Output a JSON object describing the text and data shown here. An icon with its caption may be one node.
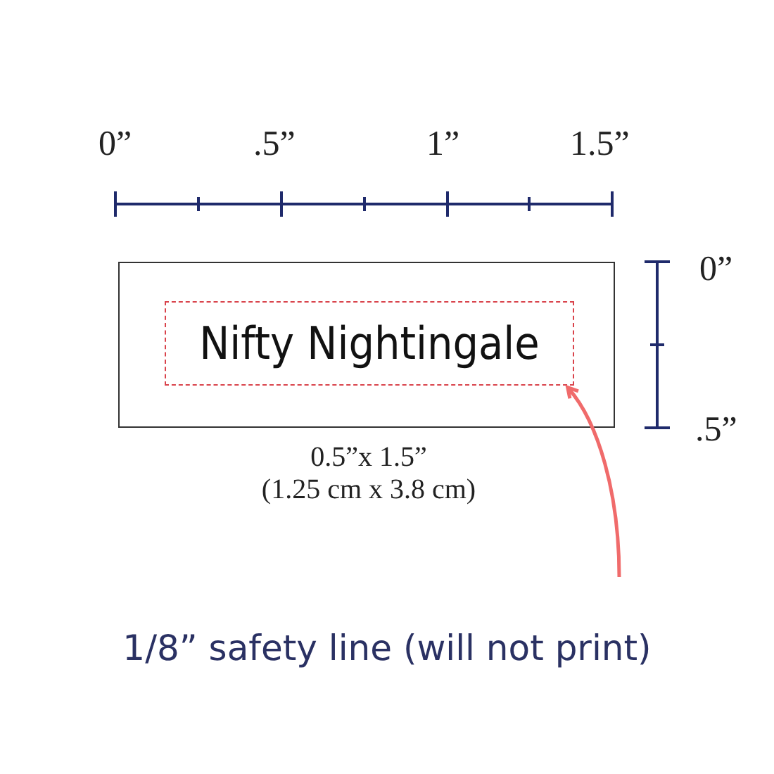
{
  "diagram": {
    "nodes": [
      {
        "text": [],
        "shape": "box"
      },
      {
        "text": [
          "Nifty Nightingale"
        ],
        "in": 0
      },
      {
        "text": [
          "1/8” safety line (will not print)"
        ]
      }
    ],
    "edges": [
      {
        "from": 2,
        "to": 1,
        "arrow": "to"
      }
    ],
    "labels": [
      "0”",
      ".5”",
      "1”",
      "1.5”",
      "0”",
      ".5”",
      "0.5”x 1.5”",
      "(1.25 cm x 3.8 cm)"
    ]
  }
}
